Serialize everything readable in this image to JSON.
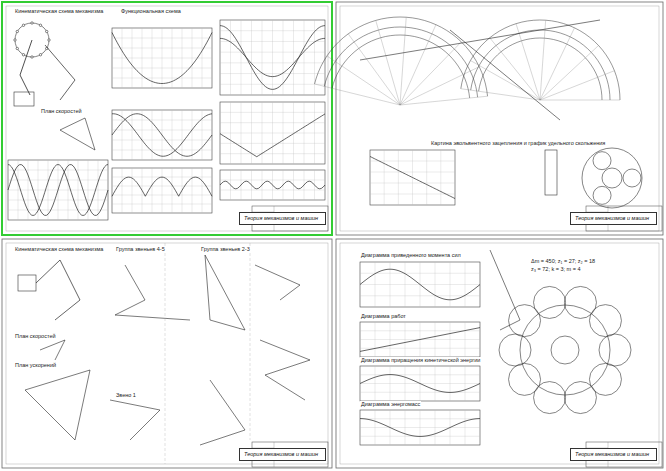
{
  "diagram": {
    "nodes": [
      {
        "text": [
          "Теория механизмов и машин"
        ]
      },
      {
        "text": [
          "Теория механизмов и машин"
        ]
      },
      {
        "text": [
          "Теория механизмов и машин"
        ]
      },
      {
        "text": [
          "Теория механизмов и машин"
        ]
      }
    ],
    "edges": [],
    "labels": [
      "Кинематическая схема механизма",
      "Функциональная схема",
      "План скоростей",
      "Картина эвольвентного зацепления и график удельного скольжения",
      "Кинематическая схема механизма",
      "Группа звеньев 4-5",
      "Группа звеньев 2-3",
      "План скоростей",
      "План ускорений",
      "Звено 1",
      "Диаграмма приведенного момента сил",
      "Диаграмма работ",
      "Диаграмма приращения кинетической энергии",
      "Диаграмма энергомасс",
      "Δm = 450; z₁ = 27; z₂ = 18",
      "z₃ = 72; k = 3; m = 4"
    ]
  }
}
